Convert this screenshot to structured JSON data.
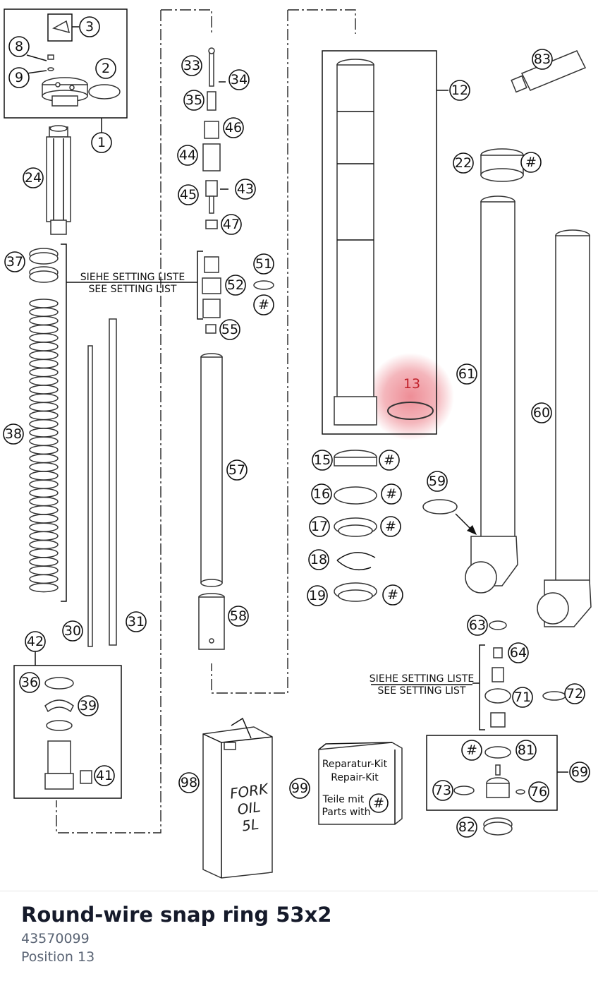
{
  "part": {
    "title": "Round-wire snap ring 53x2",
    "number": "43570099",
    "position": "Position 13"
  },
  "diagram": {
    "highlight_label": "13",
    "accent_color": "#e03040",
    "labels": [
      "1",
      "2",
      "3",
      "8",
      "9",
      "12",
      "15",
      "16",
      "17",
      "18",
      "19",
      "22",
      "24",
      "30",
      "31",
      "33",
      "34",
      "35",
      "36",
      "37",
      "38",
      "39",
      "41",
      "42",
      "43",
      "44",
      "45",
      "46",
      "47",
      "51",
      "52",
      "55",
      "57",
      "58",
      "59",
      "60",
      "61",
      "63",
      "64",
      "69",
      "71",
      "72",
      "73",
      "76",
      "81",
      "82",
      "83",
      "98",
      "99",
      "#"
    ],
    "notes": {
      "setting_de": "SIEHE SETTING LISTE",
      "setting_en": "SEE SETTING LIST"
    },
    "kit": {
      "line1": "Reparatur-Kit",
      "line2": "Repair-Kit",
      "line3": "Teile mit",
      "line4": "Parts with"
    },
    "can": {
      "line1": "FORK",
      "line2": "OIL",
      "line3": "5L"
    },
    "icons": [
      "fork-tube-icon",
      "spring-icon",
      "snap-ring-icon",
      "oil-can-icon",
      "repair-kit-icon",
      "grease-tube-icon"
    ]
  }
}
